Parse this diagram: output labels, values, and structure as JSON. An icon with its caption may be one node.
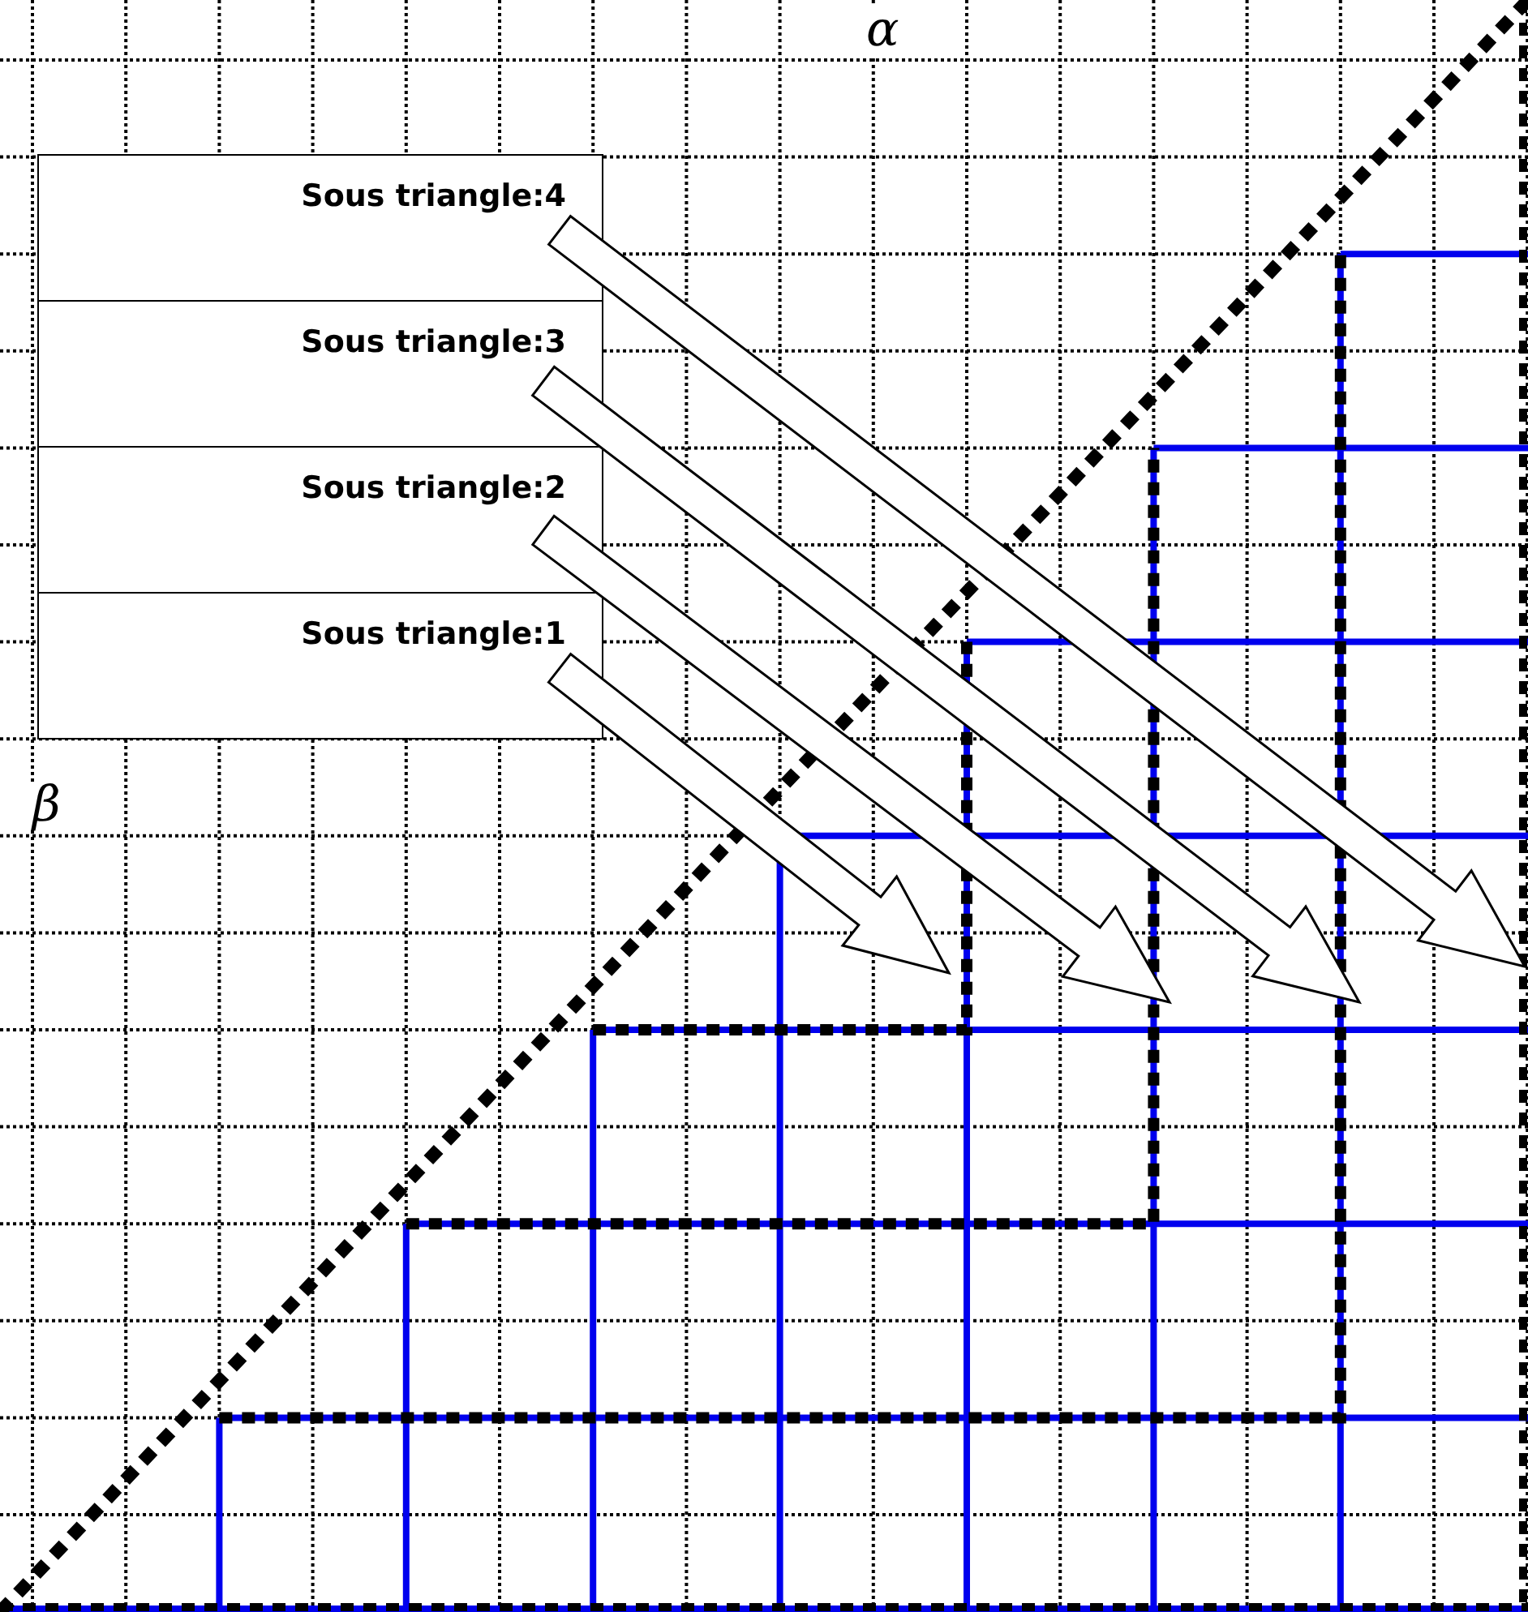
{
  "diagram": {
    "nodes": [
      {
        "text": [
          "Sous triangle:4"
        ]
      },
      {
        "text": [
          "Sous triangle:3"
        ]
      },
      {
        "text": [
          "Sous triangle:2"
        ]
      },
      {
        "text": [
          "Sous triangle:1"
        ]
      }
    ],
    "edges": [
      {
        "from": 0,
        "to": null,
        "arrow": "to"
      },
      {
        "from": 1,
        "to": null,
        "arrow": "to"
      },
      {
        "from": 2,
        "to": null,
        "arrow": "to"
      },
      {
        "from": 3,
        "to": null,
        "arrow": "to"
      }
    ],
    "labels": [
      "α",
      "β"
    ]
  }
}
